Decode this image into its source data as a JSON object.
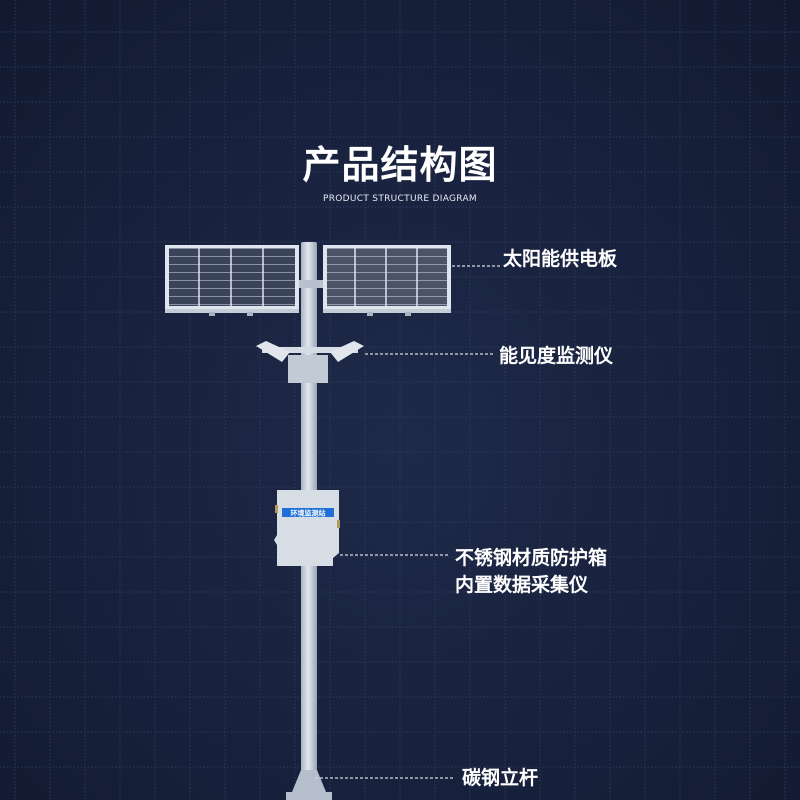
{
  "header": {
    "title": "产品结构图",
    "subtitle": "PRODUCT STRUCTURE DIAGRAM"
  },
  "labels": {
    "solar_panel": "太阳能供电板",
    "visibility_sensor": "能见度监测仪",
    "enclosure_line1": "不锈钢材质防护箱",
    "enclosure_line2": "内置数据采集仪",
    "pole": "碳钢立杆"
  },
  "enclosure_sign": "环境监测站",
  "colors": {
    "background": "#19233f",
    "grid": "#2f3a5a",
    "metal": "#c9d1dc",
    "sign": "#1f6fd6",
    "text": "#ffffff"
  }
}
